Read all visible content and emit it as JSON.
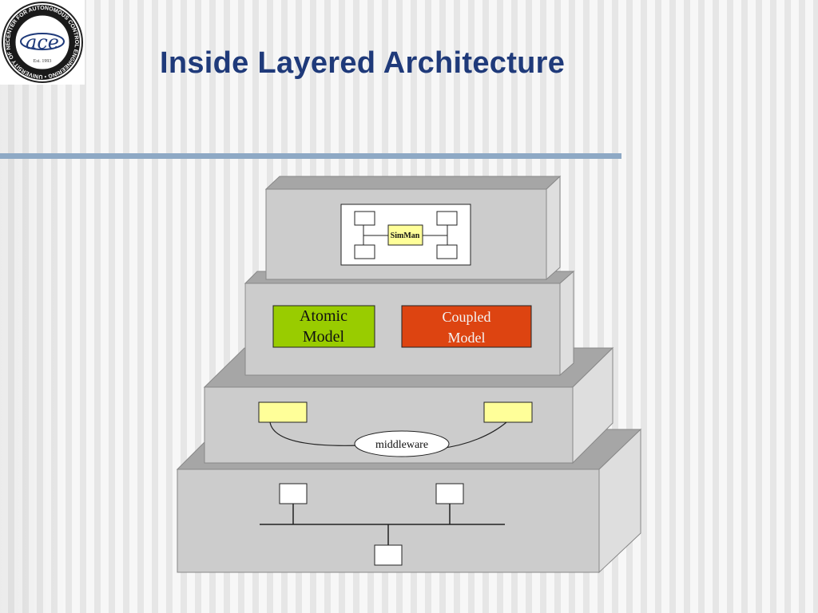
{
  "slide": {
    "title": "Inside Layered Architecture"
  },
  "logo": {
    "main": "ace",
    "ring_text": "CENTER FOR AUTONOMOUS CONTROL ENGINEERING • UNIVERSITY OF NEW MEXICO •",
    "established": "Est. 1993"
  },
  "diagram": {
    "top_layer": {
      "center_label": "SimMan"
    },
    "model_layer": {
      "atomic": {
        "line1": "Atomic",
        "line2": "Model"
      },
      "coupled": {
        "line1": "Coupled",
        "line2": "Model"
      }
    },
    "middleware_layer": {
      "label": "middleware"
    }
  },
  "colors": {
    "title": "#1f3a7a",
    "rule": "#8ea9c5",
    "layer_front": "#cccccc",
    "layer_top": "#a6a6a6",
    "layer_side": "#dedede",
    "atomic_fill": "#99cc00",
    "coupled_fill": "#dd4411",
    "node_yellow": "#ffff99",
    "node_white": "#ffffff"
  }
}
